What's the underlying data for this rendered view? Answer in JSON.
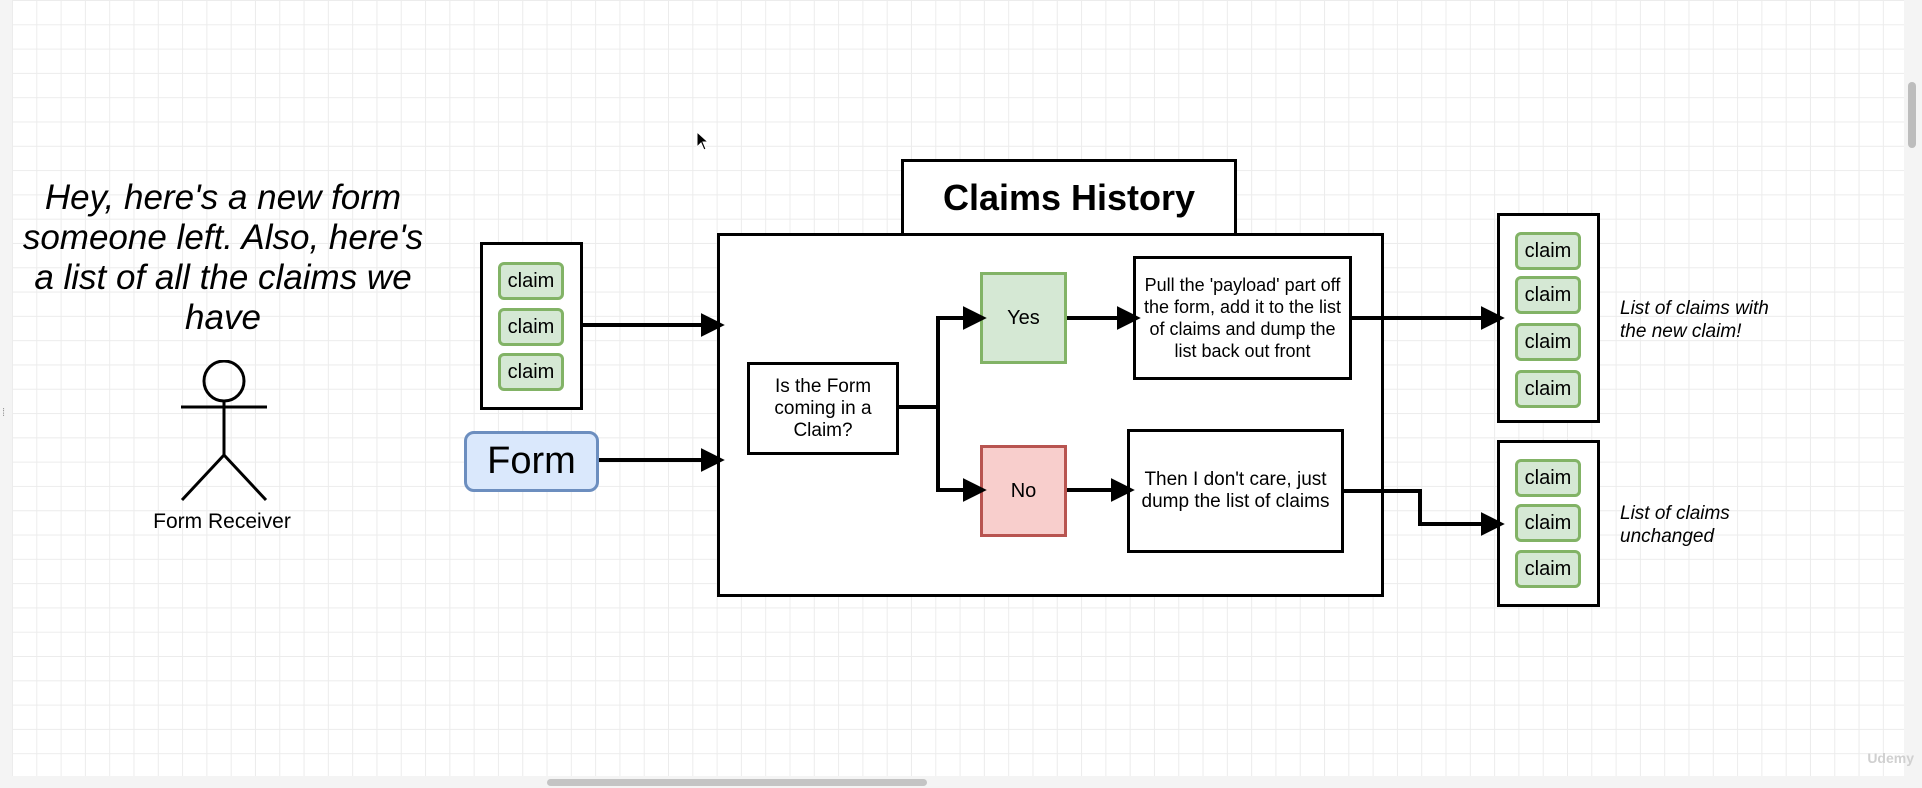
{
  "speech": "Hey, here's a new form someone left.  Also, here's a list of all the claims we have",
  "actor": {
    "label": "Form Receiver"
  },
  "input_claims": [
    "claim",
    "claim",
    "claim"
  ],
  "form": {
    "label": "Form"
  },
  "history": {
    "title": "Claims History"
  },
  "decision": {
    "question": "Is the Form coming in a Claim?"
  },
  "yes": {
    "label": "Yes"
  },
  "no": {
    "label": "No"
  },
  "yes_action": "Pull the 'payload' part off the form, add it to the list of claims and dump the list back out front",
  "no_action": "Then I don't care, just dump the list of claims",
  "output_new": {
    "claims": [
      "claim",
      "claim",
      "claim",
      "claim"
    ],
    "note": "List of claims with\nthe new claim!"
  },
  "output_same": {
    "claims": [
      "claim",
      "claim",
      "claim"
    ],
    "note": "List of claims\nunchanged"
  },
  "colors": {
    "chip_fill": "#d5e8d4",
    "chip_border": "#82b366",
    "form_fill": "#dae8fc",
    "form_border": "#6c8ebf",
    "no_fill": "#f8cecc",
    "no_border": "#b85450"
  },
  "watermark": "Udemy"
}
